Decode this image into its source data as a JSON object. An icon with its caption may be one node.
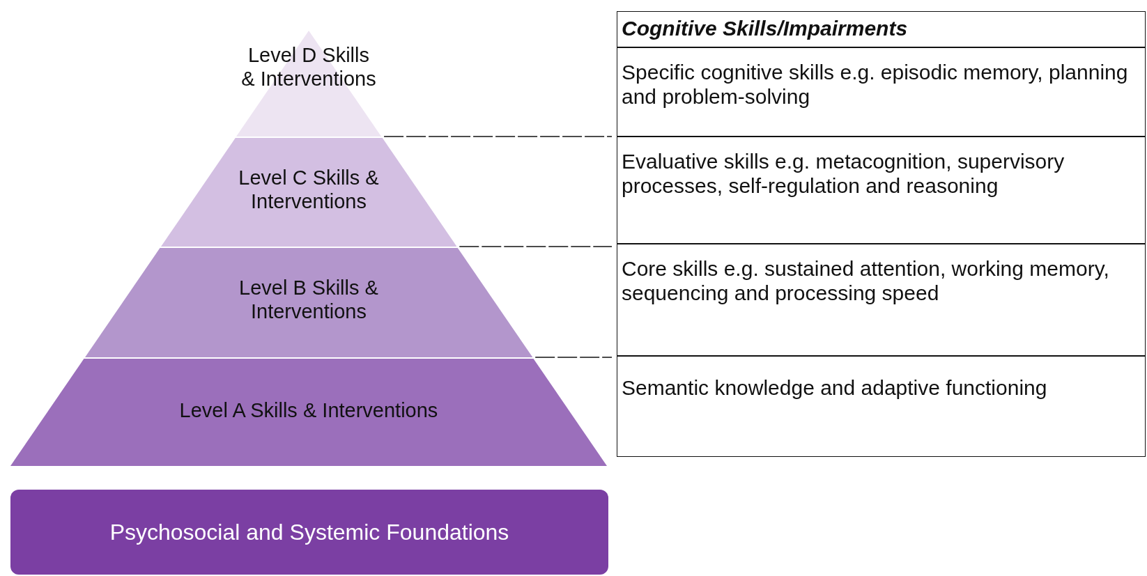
{
  "diagram": {
    "nodes": [
      {
        "text": [
          "Level D Skills & Interventions"
        ]
      },
      {
        "text": [
          "Level C Skills & Interventions"
        ]
      },
      {
        "text": [
          "Level B Skills & Interventions"
        ]
      },
      {
        "text": [
          "Level A Skills & Interventions"
        ]
      },
      {
        "text": [
          "Psychosocial and Systemic Foundations"
        ]
      }
    ],
    "labels": [
      "Cognitive Skills/Impairments",
      "Specific cognitive skills e.g. episodic memory, planning and problem-solving",
      "Evaluative skills e.g. metacognition, supervisory processes, self-regulation and reasoning",
      "Core skills e.g. sustained attention, working memory, sequencing and processing speed",
      "Semantic knowledge and adaptive functioning"
    ]
  }
}
